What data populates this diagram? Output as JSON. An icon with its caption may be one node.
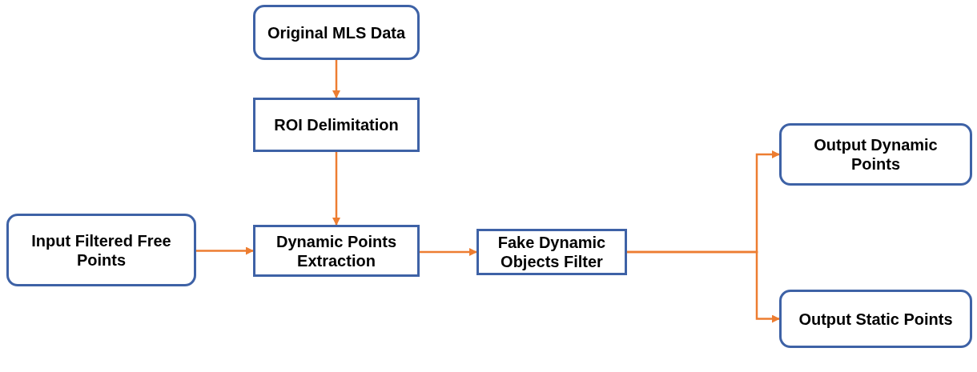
{
  "diagram": {
    "nodes": [
      {
        "text": [
          "Original MLS Data"
        ]
      },
      {
        "text": [
          "ROI Delimitation"
        ]
      },
      {
        "text": [
          "Input Filtered Free Points"
        ]
      },
      {
        "text": [
          "Dynamic Points Extraction"
        ]
      },
      {
        "text": [
          "Fake Dynamic Objects Filter"
        ]
      },
      {
        "text": [
          "Output Dynamic Points"
        ]
      },
      {
        "text": [
          "Output Static Points"
        ]
      }
    ],
    "edges": [
      {
        "from": 0,
        "to": 1,
        "arrow": "to"
      },
      {
        "from": 1,
        "to": 3,
        "arrow": "to"
      },
      {
        "from": 2,
        "to": 3,
        "arrow": "to"
      },
      {
        "from": 3,
        "to": 4,
        "arrow": "to"
      },
      {
        "from": 4,
        "to": 5,
        "arrow": "to"
      },
      {
        "from": 4,
        "to": 6,
        "arrow": "to"
      }
    ]
  }
}
